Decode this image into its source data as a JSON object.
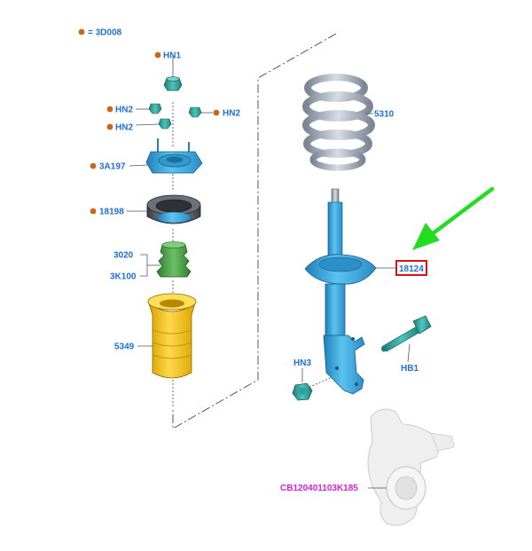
{
  "legend": {
    "text": "= 3D008",
    "dot_color": "#c8671b"
  },
  "labels": {
    "hn1": "HN1",
    "hn2_left": "HN2",
    "hn2_right": "HN2",
    "hn2_lower": "HN2",
    "mount": "3A197",
    "bearing": "18198",
    "bump_a": "3020",
    "bump_b": "3K100",
    "boot": "5349",
    "spring": "5310",
    "strut": "18124",
    "bolt": "HB1",
    "nut": "HN3",
    "knuckle": "CB120401103K185"
  },
  "colors": {
    "label": "#1f6fd6",
    "label_knuckle": "#d81fd8",
    "highlight_box": "#e01010",
    "arrow": "#22dd22",
    "strut_blue": "#3aa5dc",
    "boot_yellow": "#f2c21a",
    "bump_green": "#4aa048",
    "spring_gray": "#a9b2bf",
    "knuckle_gray": "#e6e6e6"
  },
  "icons": {
    "legend": "orange-dot-icon",
    "pointer": "green-arrow-icon"
  }
}
